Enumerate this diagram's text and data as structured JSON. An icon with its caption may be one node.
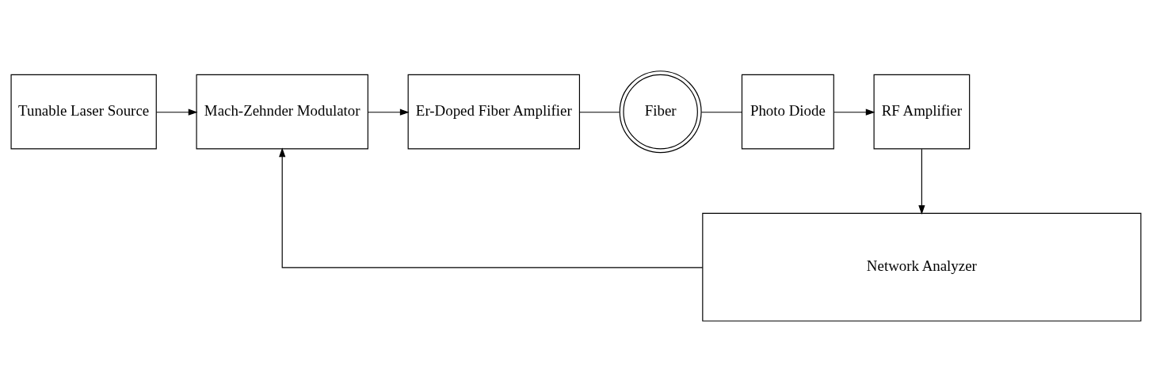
{
  "diagram": {
    "nodes": [
      {
        "text": [
          "Tunable Laser Source"
        ]
      },
      {
        "text": [
          "Mach-Zehnder Modulator"
        ]
      },
      {
        "text": [
          "Er-Doped Fiber Amplifier"
        ]
      },
      {
        "text": [
          "Fiber"
        ]
      },
      {
        "text": [
          "Photo Diode"
        ]
      },
      {
        "text": [
          "RF Amplifier"
        ]
      },
      {
        "text": [
          "Network Analyzer"
        ]
      }
    ],
    "edges": [
      {
        "from": 0,
        "to": 1,
        "arrow": "to"
      },
      {
        "from": 1,
        "to": 2,
        "arrow": "to"
      },
      {
        "from": 2,
        "to": 3,
        "arrow": "none"
      },
      {
        "from": 3,
        "to": 4,
        "arrow": "none"
      },
      {
        "from": 4,
        "to": 5,
        "arrow": "to"
      },
      {
        "from": 5,
        "to": 6,
        "arrow": "to"
      },
      {
        "from": 6,
        "to": 1,
        "arrow": "to"
      }
    ]
  }
}
